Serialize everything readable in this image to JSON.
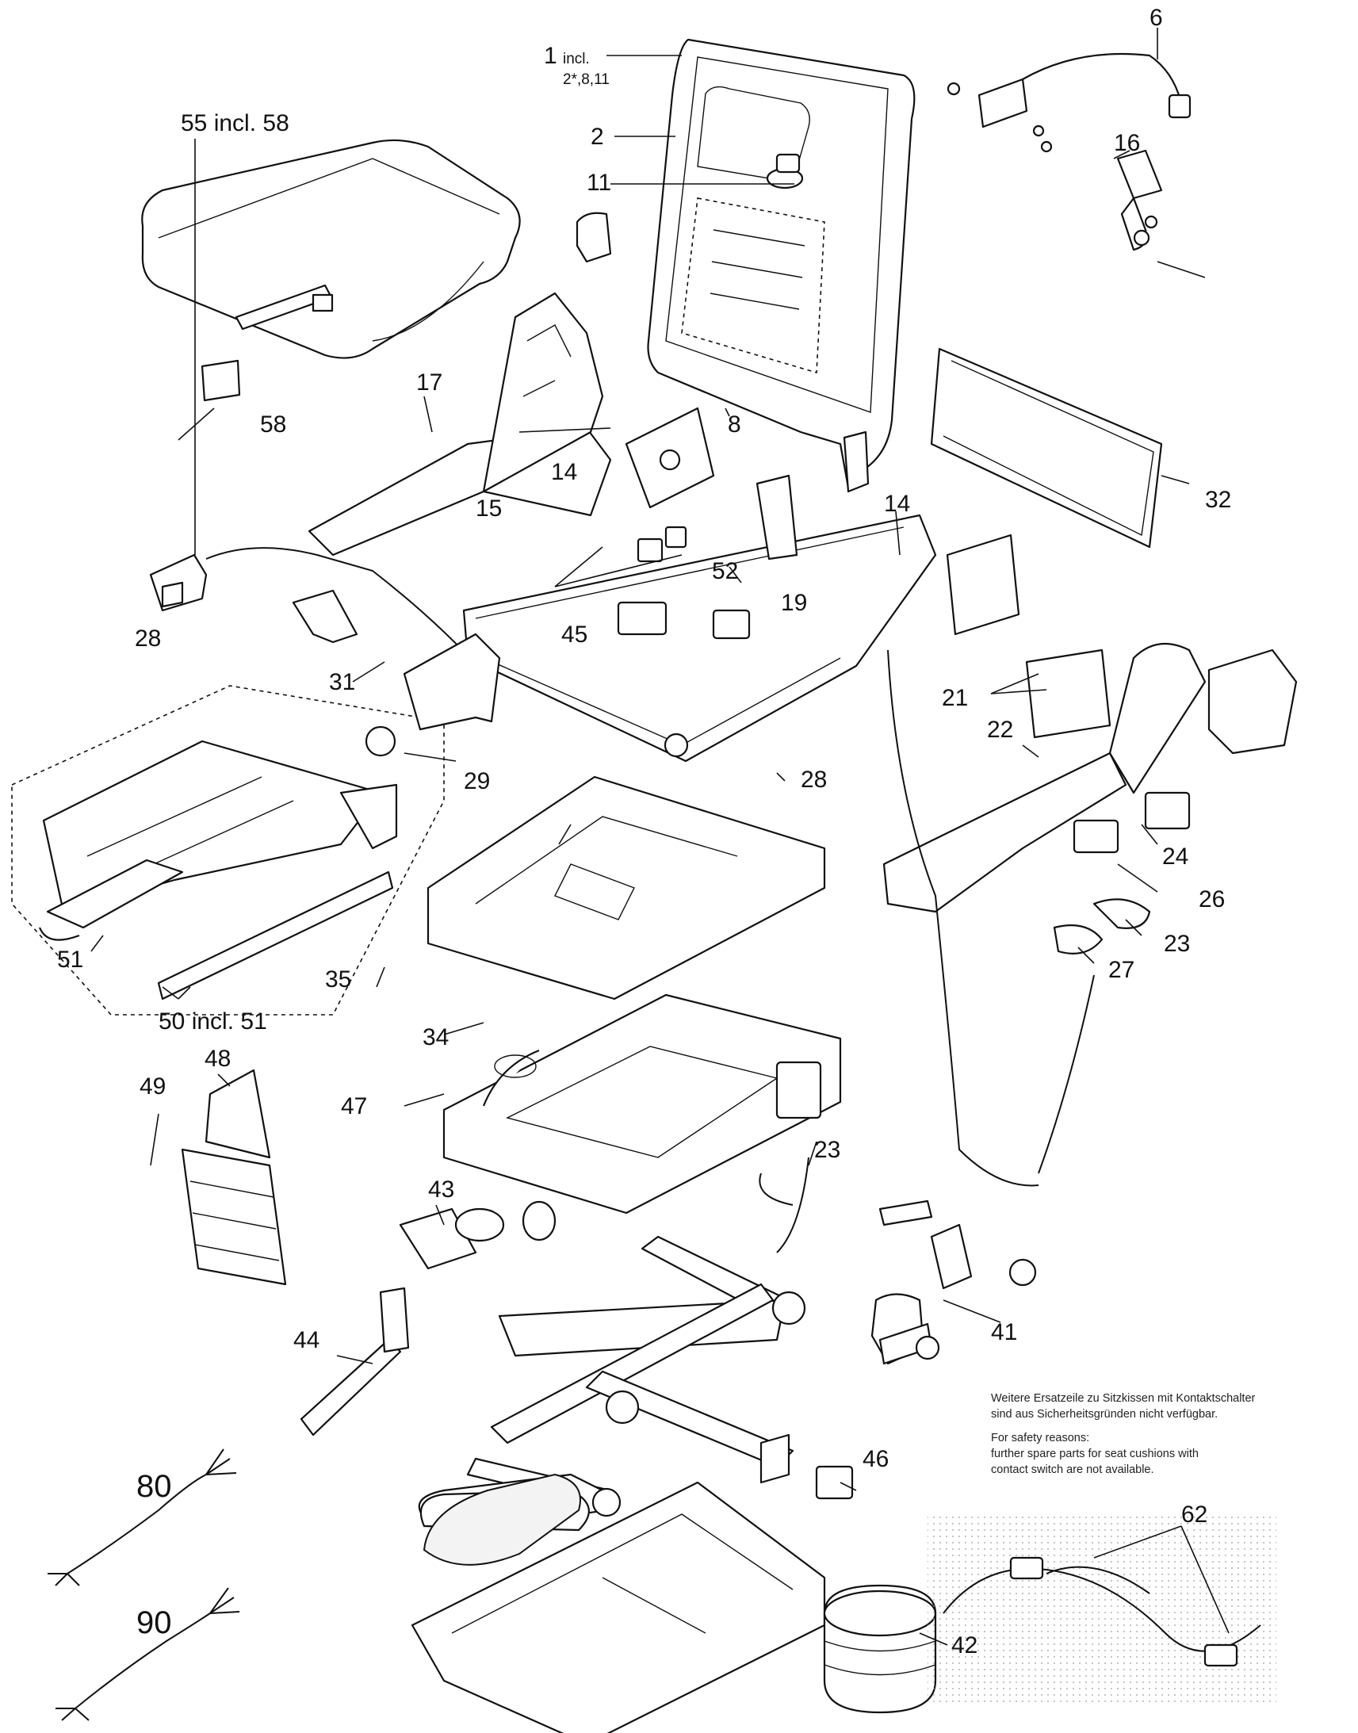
{
  "callouts": {
    "c1": "1",
    "c1_incl": "incl.",
    "c1_sub": "2*,8,11",
    "c2": "2",
    "c6": "6",
    "c8": "8",
    "c11": "11",
    "c14a": "14",
    "c14b": "14",
    "c15": "15",
    "c16": "16",
    "c17": "17",
    "c19": "19",
    "c21": "21",
    "c22": "22",
    "c23a": "23",
    "c23b": "23",
    "c24": "24",
    "c26": "26",
    "c27": "27",
    "c28a": "28",
    "c28b": "28",
    "c29": "29",
    "c31": "31",
    "c32": "32",
    "c34": "34",
    "c35": "35",
    "c41": "41",
    "c42": "42",
    "c43": "43",
    "c44": "44",
    "c45": "45",
    "c46": "46",
    "c47": "47",
    "c48": "48",
    "c49": "49",
    "c50": "50 incl. 51",
    "c51": "51",
    "c52": "52",
    "c55": "55 incl. 58",
    "c58": "58",
    "c62": "62",
    "c80": "80",
    "c90": "90"
  },
  "note": {
    "de_line1": "Weitere Ersatzeile zu Sitzkissen mit Kontaktschalter",
    "de_line2": "sind aus Sicherheitsgründen nicht verfügbar.",
    "en_line1": "For safety reasons:",
    "en_line2": "further spare parts for seat cushions with",
    "en_line3": "contact switch are not available."
  }
}
